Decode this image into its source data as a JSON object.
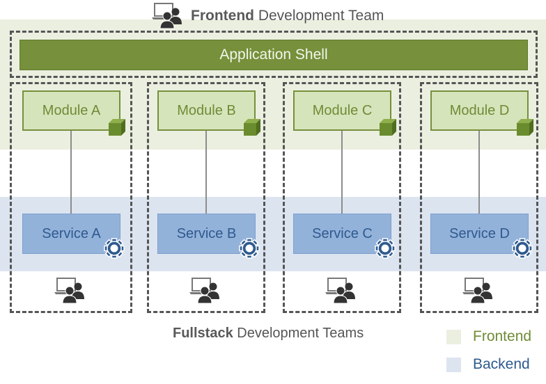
{
  "header": {
    "title_bold": "Frontend",
    "title_rest": "Development Team",
    "icon": "team-laptop-icon"
  },
  "shell": {
    "label": "Application Shell"
  },
  "teams": [
    {
      "module": "Module A",
      "service": "Service A"
    },
    {
      "module": "Module B",
      "service": "Service B"
    },
    {
      "module": "Module C",
      "service": "Service C"
    },
    {
      "module": "Module D",
      "service": "Service D"
    }
  ],
  "footer": {
    "title_bold": "Fullstack",
    "title_rest": "Development Teams"
  },
  "legend": [
    {
      "label": "Frontend",
      "swatch": "#ebefe0",
      "text_color": "#6f8b36"
    },
    {
      "label": "Backend",
      "swatch": "#dce4f0",
      "text_color": "#2e5a8e"
    }
  ],
  "colors": {
    "frontend_band": "#ebefe0",
    "backend_band": "#dce4f0",
    "shell": "#76903b",
    "module": "#d6e4bb",
    "service": "#93b2da",
    "gear": "#2e5a8e"
  }
}
